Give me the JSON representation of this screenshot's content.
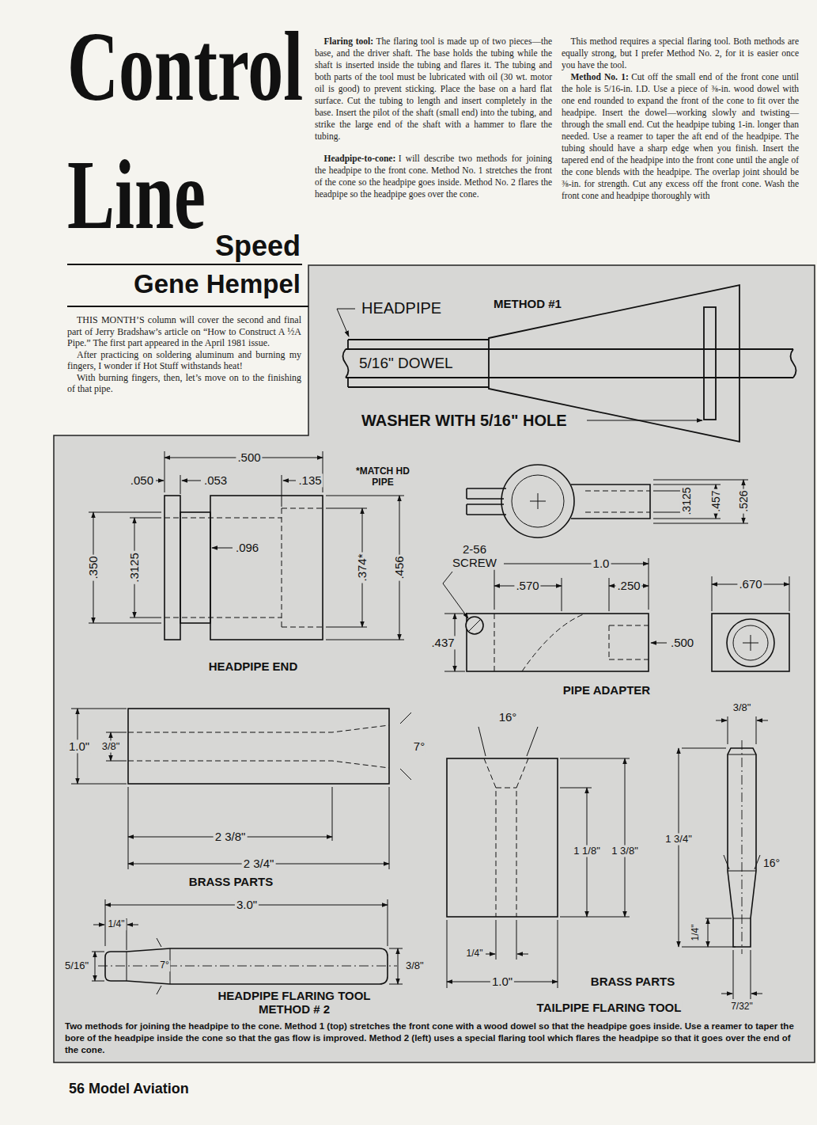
{
  "diagram": {
    "title": "Control Line",
    "caption": "Two methods for joining the headpipe to the cone. Method 1 (top) stretches the front cone with a wood dowel so that the headpipe goes inside. Use a reamer to taper the bore of the headpipe inside the cone so that the gas flow is improved. Method 2 (left) uses a special flaring tool which flares the headpipe so that it goes over the end of the cone.",
    "labels": [
      "Speed",
      "Gene Hempel",
      "Flaring tool:",
      "The flaring tool is made up of two pieces—the base, and the driver shaft. The base holds the tubing while the shaft is inserted inside the tubing and flares it. The tubing and both parts of the tool must be lubricated with oil (30 wt. motor oil is good) to prevent sticking. Place the base on a hard flat surface. Cut the tubing to length and insert completely in the base. Insert the pilot of the shaft (small end) into the tubing, and strike the large end of the shaft with a hammer to flare the tubing.",
      "Headpipe-to-cone:",
      "I will describe two methods for joining the headpipe to the front cone. Method No. 1 stretches the front of the cone so the headpipe goes inside. Method No. 2 flares the headpipe so the headpipe goes over the cone.",
      "This method requires a special flaring tool. Both methods are equally strong, but I prefer Method No. 2, for it is easier once you have the tool.",
      "Method No. 1:",
      "Cut off the small end of the front cone until the hole is 5/16-in. I.D. Use a piece of ⅜-in. wood dowel with one end rounded to expand the front of the cone to fit over the headpipe. Insert the dowel—working slowly and twisting—through the small end. Cut the headpipe tubing 1-in. longer than needed. Use a reamer to taper the aft end of the headpipe. The tubing should have a sharp edge when you finish. Insert the tapered end of the headpipe into the front cone until the angle of the cone blends with the headpipe. The overlap joint should be ⅜-in. for strength. Cut any excess off the front cone. Wash the front cone and headpipe thoroughly with",
      "THIS MONTH’S column will cover the second and final part of Jerry Bradshaw’s article on “How to Construct A ½A Pipe.” The first part appeared in the April 1981 issue.",
      "After practicing on soldering aluminum and burning my fingers, I wonder if Hot Stuff withstands heat!",
      "With burning fingers, then, let’s move on to the finishing of that pipe.",
      "HEADPIPE",
      "METHOD #1",
      "5/16\" DOWEL",
      "WASHER WITH 5/16\" HOLE",
      ".500",
      ".050",
      ".053",
      ".135",
      "*MATCH HD PIPE",
      ".096",
      ".350",
      ".3125",
      ".374*",
      ".456",
      "HEADPIPE END",
      ".3125",
      ".457",
      ".526",
      "2-56 SCREW",
      "1.0",
      ".570",
      ".250",
      ".670",
      ".437",
      ".500",
      "PIPE ADAPTER",
      "1.0\"",
      "3/8\"",
      "7°",
      "2 3/8\"",
      "2 3/4\"",
      "BRASS PARTS",
      "3.0\"",
      "1/4\"",
      "5/16\"",
      "7°",
      "3/8\"",
      "HEADPIPE FLARING TOOL METHOD # 2",
      "16°",
      "1 1/8\"",
      "1 3/8\"",
      "1 3/4\"",
      "1/4\"",
      "1.0\"",
      "3/8\"",
      "16°",
      "1/4\"",
      "7/32\"",
      "BRASS PARTS",
      "TAILPIPE FLARING TOOL",
      "56 Model Aviation"
    ]
  }
}
